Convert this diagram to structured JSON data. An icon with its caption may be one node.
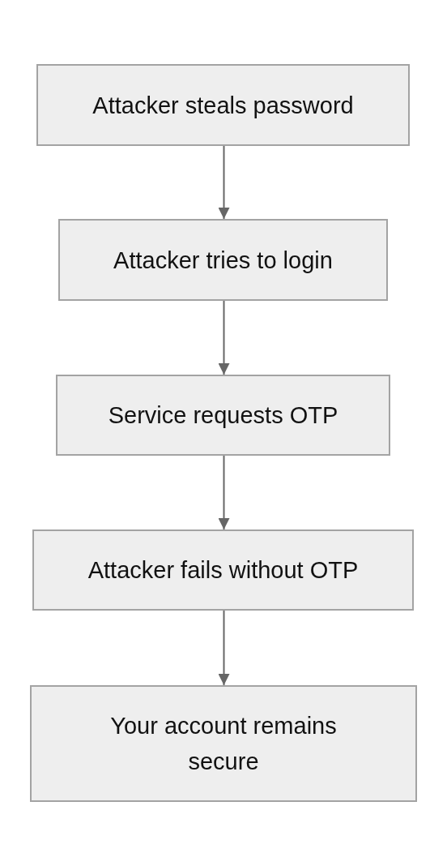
{
  "diagram": {
    "nodes": [
      {
        "text": [
          "Attacker steals password"
        ]
      },
      {
        "text": [
          "Attacker tries to login"
        ]
      },
      {
        "text": [
          "Service requests OTP"
        ]
      },
      {
        "text": [
          "Attacker fails without OTP"
        ]
      },
      {
        "text": [
          "Your account remains secure"
        ]
      }
    ],
    "edges": [
      {
        "from": 0,
        "to": 1,
        "arrow": "to"
      },
      {
        "from": 1,
        "to": 2,
        "arrow": "to"
      },
      {
        "from": 2,
        "to": 3,
        "arrow": "to"
      },
      {
        "from": 3,
        "to": 4,
        "arrow": "to"
      }
    ]
  }
}
